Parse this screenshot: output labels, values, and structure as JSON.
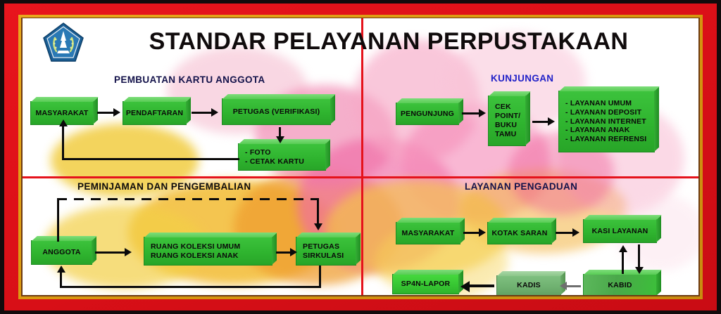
{
  "poster": {
    "title": "STANDAR PELAYANAN PERPUSTAKAAN",
    "logo_name": "bali-regency-emblem-icon",
    "colors": {
      "frame_red": "#e5121b",
      "frame_gold": "#d8970f",
      "box_green": "#2fb42f",
      "heading_blue": "#2222c8",
      "heading_navy": "#13124a",
      "divider_red": "#e5121b"
    }
  },
  "sections": {
    "member_card": {
      "heading": "PEMBUATAN KARTU ANGGOTA",
      "nodes": {
        "masyarakat": "MASYARAKAT",
        "pendaftaran": "PENDAFTARAN",
        "petugas": "PETUGAS (VERIFIKASI)",
        "output_line1": "- FOTO",
        "output_line2": "- CETAK KARTU"
      }
    },
    "visit": {
      "heading": "KUNJUNGAN",
      "nodes": {
        "pengunjung": "PENGUNJUNG",
        "checkpoint_line1": "CEK",
        "checkpoint_line2": "POINT/",
        "checkpoint_line3": "BUKU",
        "checkpoint_line4": "TAMU",
        "services": [
          "- LAYANAN UMUM",
          "- LAYANAN DEPOSIT",
          "- LAYANAN INTERNET",
          "- LAYANAN ANAK",
          "- LAYANAN REFRENSI"
        ]
      }
    },
    "loan_return": {
      "heading": "PEMINJAMAN DAN PENGEMBALIAN",
      "nodes": {
        "anggota": "ANGGOTA",
        "rooms_line1": "RUANG KOLEKSI UMUM",
        "rooms_line2": "RUANG KOLEKSI ANAK",
        "petugas_line1": "PETUGAS",
        "petugas_line2": "SIRKULASI"
      }
    },
    "complaint": {
      "heading": "LAYANAN PENGADUAN",
      "nodes": {
        "masyarakat": "MASYARAKAT",
        "kotak_saran": "KOTAK SARAN",
        "kasi_layanan": "KASI LAYANAN",
        "kabid": "KABID",
        "kadis": "KADIS",
        "sp4n": "SP4N-LAPOR"
      }
    }
  }
}
